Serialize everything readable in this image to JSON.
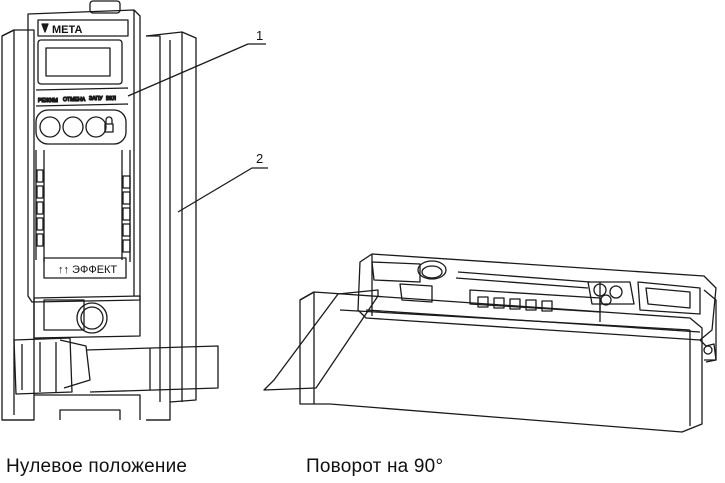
{
  "device": {
    "logo": "МЕТА",
    "mode_labels": [
      "РЕЖИМ",
      "ОТМЕНА",
      "ЗАПУ",
      "ВКЛ"
    ],
    "brand_strip": "↑↑ ЭФФЕКТ"
  },
  "callouts": [
    {
      "number": "1"
    },
    {
      "number": "2"
    }
  ],
  "captions": {
    "left": "Нулевое положение",
    "right": "Поворот на 90°"
  }
}
